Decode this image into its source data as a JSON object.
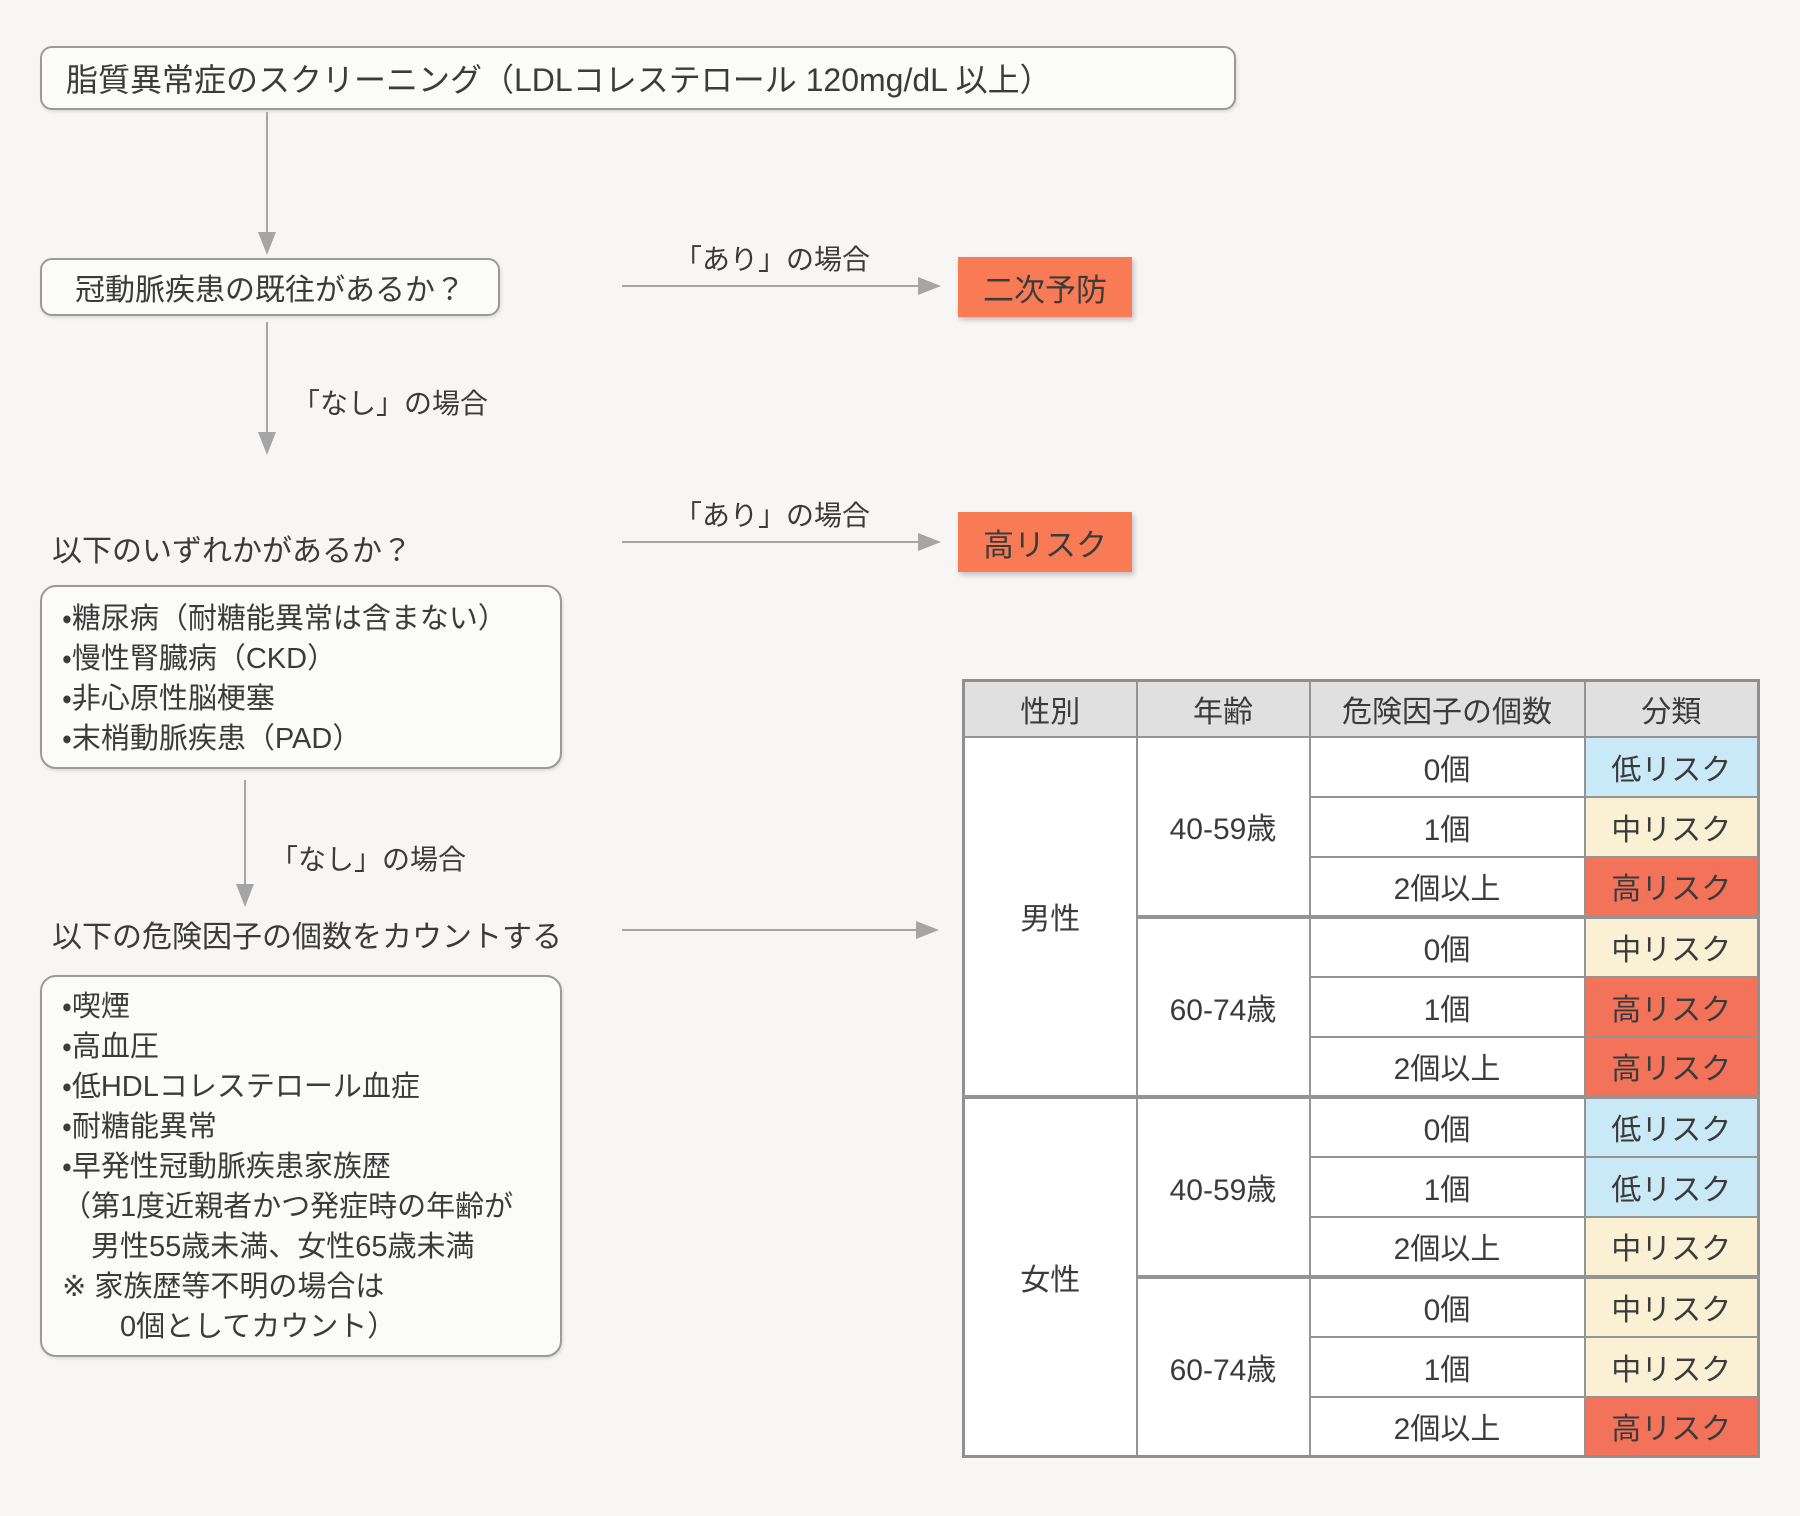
{
  "title": "脂質異常症のスクリーニング（LDLコレステロール 120mg/dL 以上）",
  "flow": {
    "q1": "冠動脈疾患の既往があるか？",
    "q2": "以下のいずれかがあるか？",
    "count_instruction": "以下の危険因子の個数をカウントする",
    "yes_label": "「あり」の場合",
    "no_label": "「なし」の場合",
    "secondary_prevention": "二次予防",
    "high_risk": "高リスク"
  },
  "lists": {
    "conditions": [
      "・糖尿病（耐糖能異常は含まない）",
      "・慢性腎臓病（CKD）",
      "・非心原性脳梗塞",
      "・末梢動脈疾患（PAD）"
    ],
    "risk_factors": [
      "・喫煙",
      "・高血圧",
      "・低HDLコレステロール血症",
      "・耐糖能異常",
      "・早発性冠動脈疾患家族歴",
      "（第1度近親者かつ発症時の年齢が",
      "　男性55歳未満、女性65歳未満",
      "※ 家族歴等不明の場合は",
      "　　0個としてカウント）"
    ]
  },
  "table": {
    "headers": [
      "性別",
      "年齢",
      "危険因子の個数",
      "分類"
    ],
    "male": "男性",
    "female": "女性",
    "age_40_59": "40-59歳",
    "age_60_74": "60-74歳",
    "rows": [
      {
        "count": "0個",
        "risk": "低リスク",
        "level": "low"
      },
      {
        "count": "1個",
        "risk": "中リスク",
        "level": "mid"
      },
      {
        "count": "2個以上",
        "risk": "高リスク",
        "level": "high"
      },
      {
        "count": "0個",
        "risk": "中リスク",
        "level": "mid"
      },
      {
        "count": "1個",
        "risk": "高リスク",
        "level": "high"
      },
      {
        "count": "2個以上",
        "risk": "高リスク",
        "level": "high"
      },
      {
        "count": "0個",
        "risk": "低リスク",
        "level": "low"
      },
      {
        "count": "1個",
        "risk": "低リスク",
        "level": "low"
      },
      {
        "count": "2個以上",
        "risk": "中リスク",
        "level": "mid"
      },
      {
        "count": "0個",
        "risk": "中リスク",
        "level": "mid"
      },
      {
        "count": "1個",
        "risk": "中リスク",
        "level": "mid"
      },
      {
        "count": "2個以上",
        "risk": "高リスク",
        "level": "high"
      }
    ]
  },
  "colors": {
    "accent_red_flow": "#f97b55",
    "risk_high_red": "#f3735a",
    "risk_mid_cream": "#faf0d3",
    "risk_low_blue": "#c9e9f7",
    "header_gray": "#e1e0e0",
    "border_gray": "#949494",
    "arrow_gray": "#a5a5a5",
    "background": "#f7f6f4"
  }
}
